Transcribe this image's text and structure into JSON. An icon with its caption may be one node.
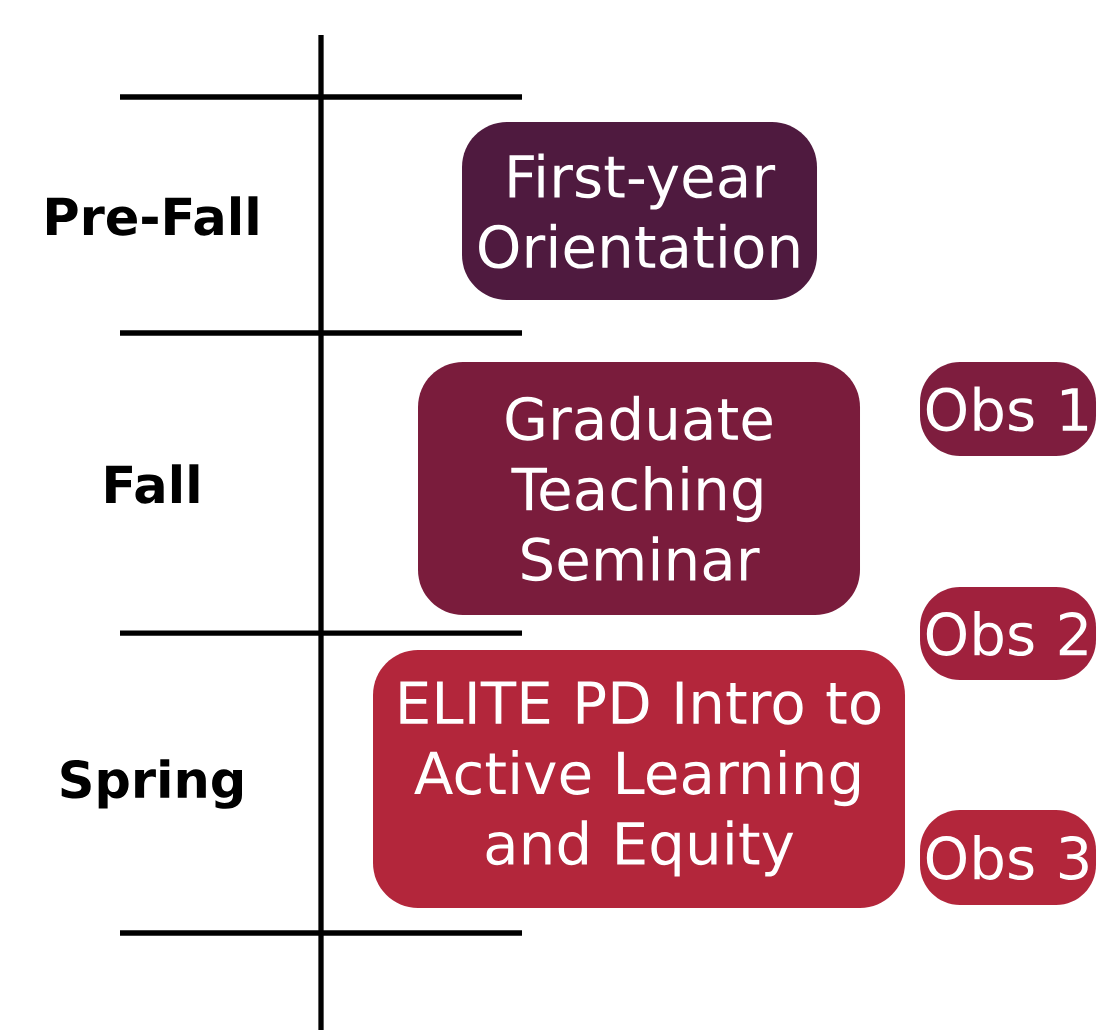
{
  "diagram": {
    "nodes": [
      {
        "text": [
          "First-year Orientation"
        ]
      },
      {
        "text": [
          "Graduate Teaching Seminar"
        ]
      },
      {
        "text": [
          "ELITE PD Intro to Active Learning and Equity"
        ]
      },
      {
        "text": [
          "Obs 1"
        ]
      },
      {
        "text": [
          "Obs 2"
        ]
      },
      {
        "text": [
          "Obs 3"
        ]
      }
    ],
    "labels": [
      "Pre-Fall",
      "Fall",
      "Spring"
    ]
  }
}
